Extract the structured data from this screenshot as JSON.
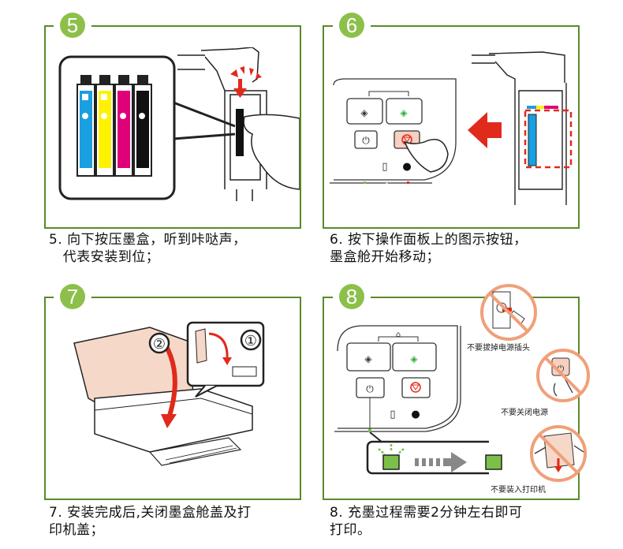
{
  "steps": [
    {
      "number": "5",
      "caption_line1": "5. 向下按压墨盒，听到咔哒声，",
      "caption_line2": "   代表安装到位；",
      "illustration": "ink-cartridges-press-down",
      "cartridge_colors": [
        "#1a9fe0",
        "#fff200",
        "#e0007a",
        "#111111"
      ]
    },
    {
      "number": "6",
      "caption_line1": "6. 按下操作面板上的图示按钮，",
      "caption_line2": "墨盒舱开始移动；",
      "illustration": "press-ink-button-carriage-moves"
    },
    {
      "number": "7",
      "caption_line1": "7. 安装完成后,关闭墨盒舱盖及打",
      "caption_line2": "印机盖；",
      "illustration": "close-covers",
      "callout_1": "①",
      "callout_2": "②"
    },
    {
      "number": "8",
      "caption_line1": "8. 充墨过程需要2分钟左右即可",
      "caption_line2": "打印。",
      "illustration": "charging-wait",
      "warnings": [
        {
          "label": "不要拔掉电源插头",
          "icon": "unplug-prohibited-icon"
        },
        {
          "label": "不要关闭电源",
          "icon": "power-off-prohibited-icon"
        },
        {
          "label": "不要装入打印机",
          "icon": "load-paper-prohibited-icon"
        }
      ]
    }
  ],
  "colors": {
    "frame": "#5a8a2a",
    "badge": "#8cc04a",
    "alert_red": "#e02a1c",
    "prohibit": "#f0a07a",
    "led_green": "#7cc04a"
  }
}
